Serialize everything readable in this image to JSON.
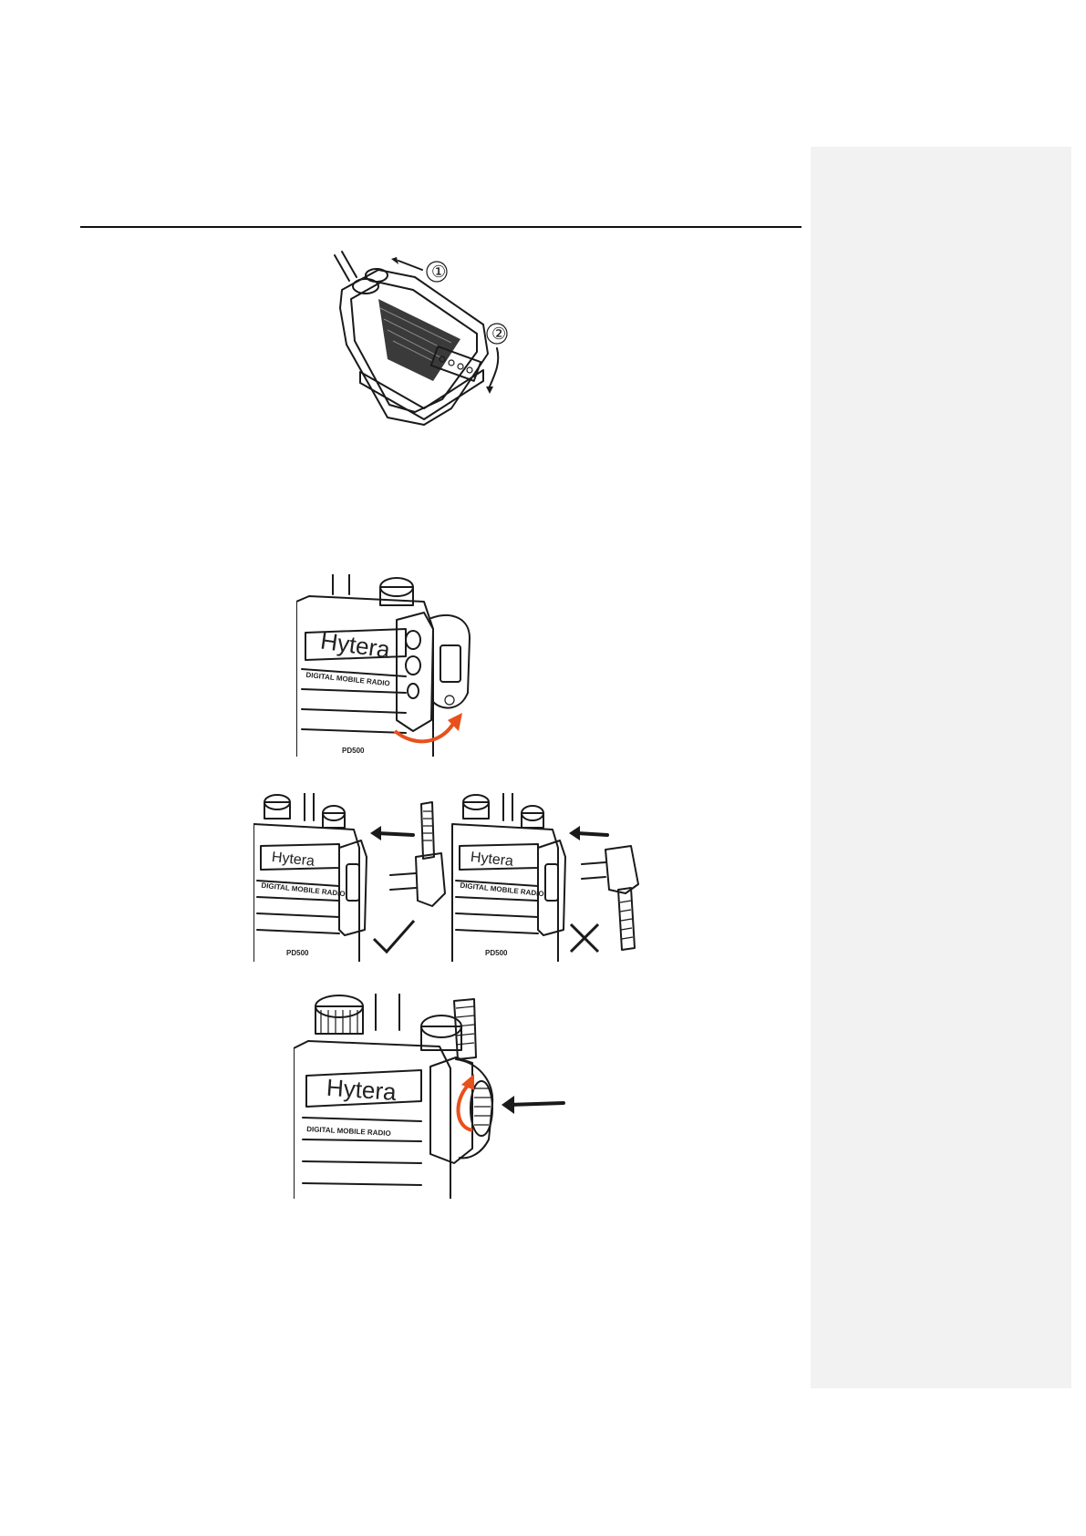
{
  "sidebar": {
    "label": ""
  },
  "figures": {
    "battery_removal": {
      "step1": "①",
      "step2": "②"
    },
    "cover_open": {
      "brand": "Hytera",
      "radio_label": "DIGITAL MOBILE RADIO",
      "model": "PD500",
      "arrow_color": "#e8501c"
    },
    "insert_correct": {
      "brand": "Hytera",
      "radio_label": "DIGITAL MOBILE RADIO",
      "model": "PD500",
      "mark": "✓"
    },
    "insert_wrong": {
      "brand": "Hytera",
      "radio_label": "DIGITAL MOBILE RADIO",
      "model": "PD500",
      "mark": "✕"
    },
    "screw_tighten": {
      "brand": "Hytera",
      "radio_label": "DIGITAL MOBILE RADIO",
      "arrow_color": "#e8501c"
    }
  }
}
